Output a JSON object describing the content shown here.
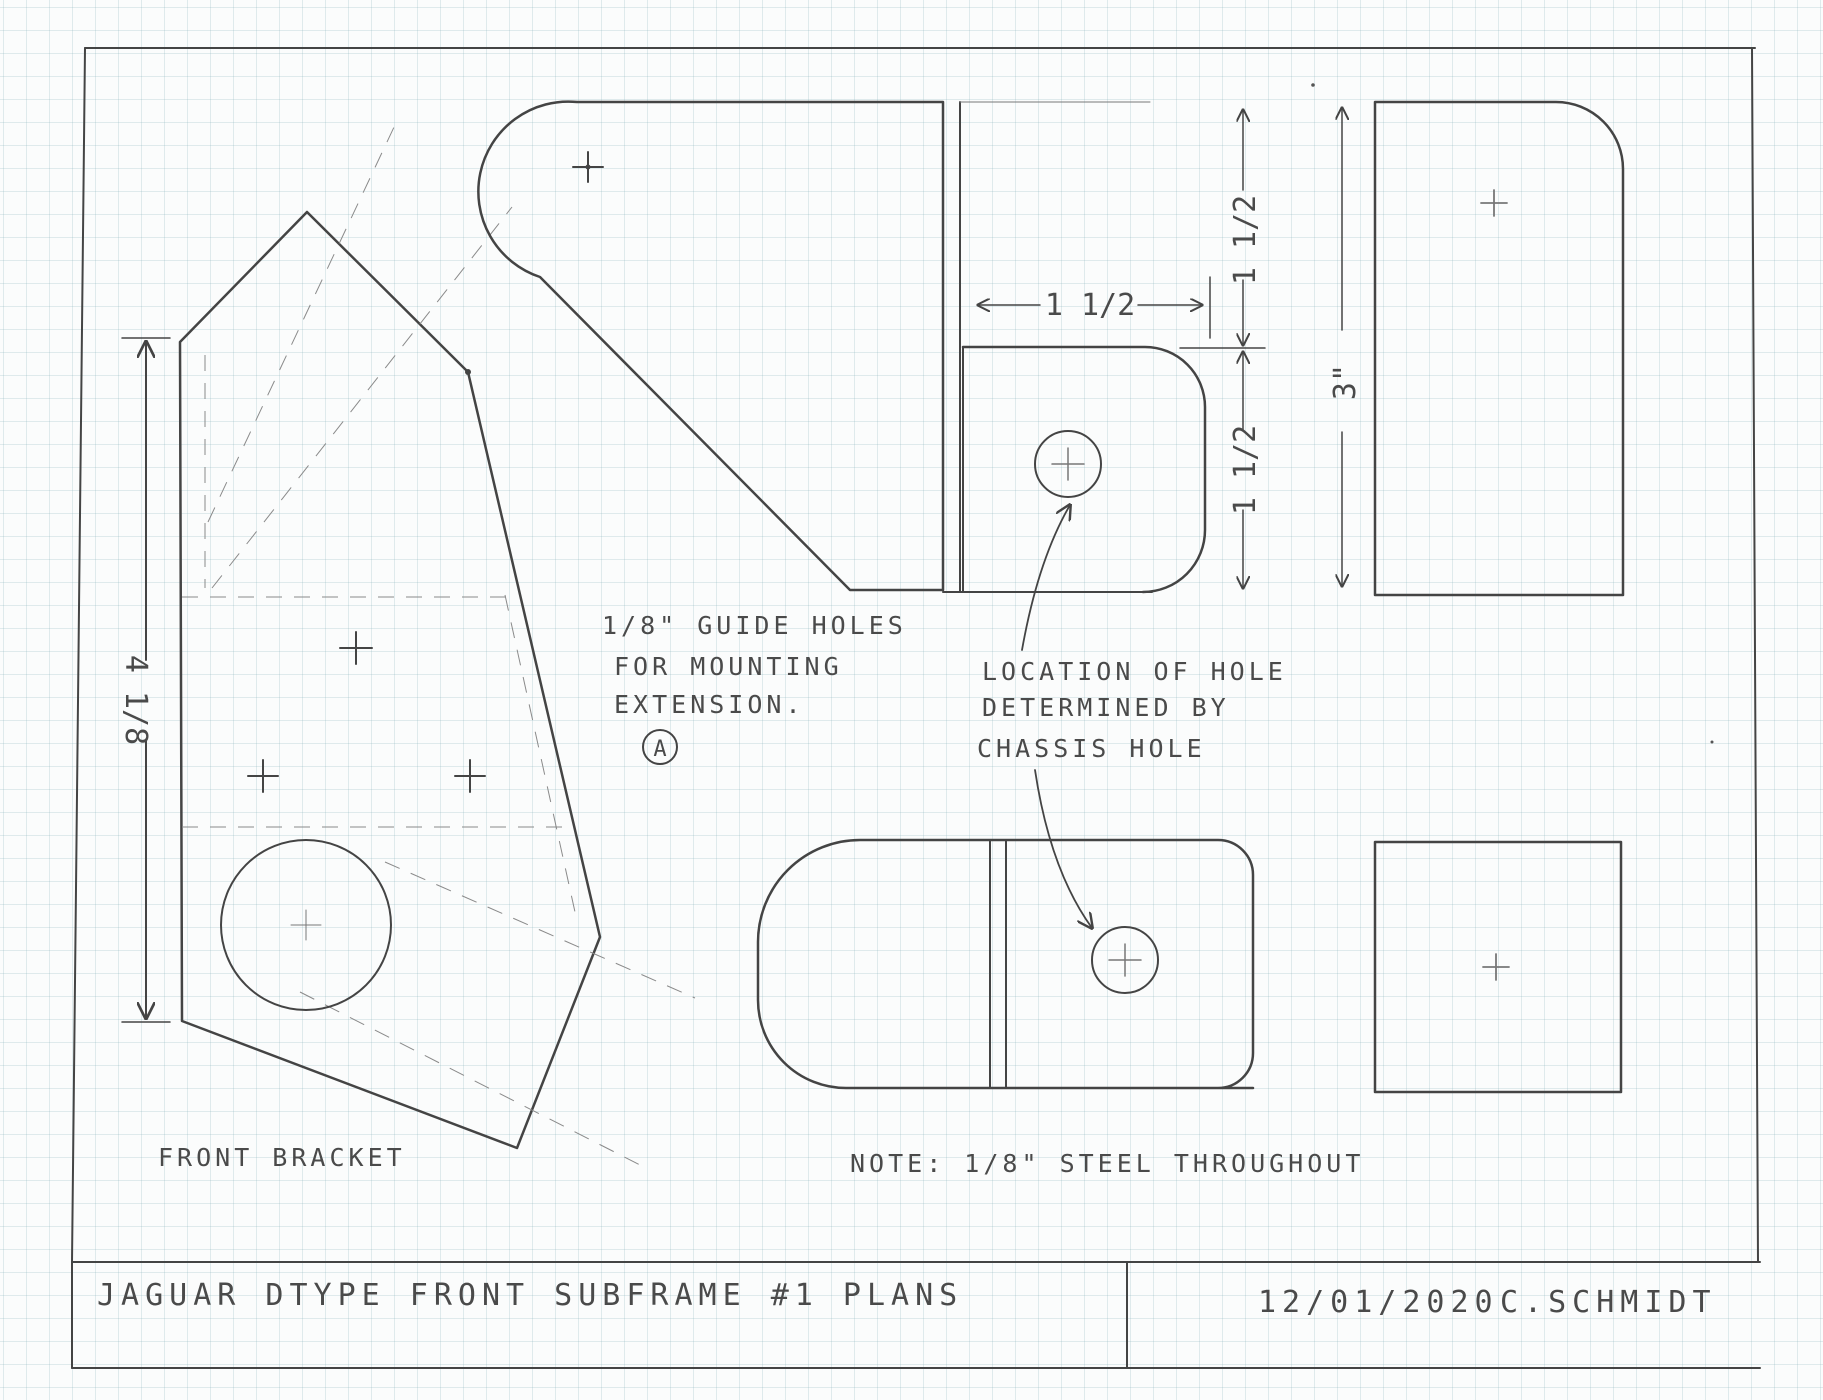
{
  "drawing": {
    "front_bracket_label": "FRONT BRACKET",
    "guide_note": [
      "1/8\" GUIDE HOLES",
      "FOR MOUNTING",
      "EXTENSION."
    ],
    "callout_letter": "A",
    "hole_note": [
      "LOCATION OF HOLE",
      "DETERMINED BY",
      "CHASSIS HOLE"
    ],
    "steel_note": "NOTE: 1/8\" STEEL THROUGHOUT",
    "dimensions": {
      "bracket_height": "4 1/8",
      "tab_width": "1 1/2",
      "upper_height": "1 1/2",
      "lower_height": "1 1/2",
      "total_height": "3\""
    }
  },
  "title_block": {
    "title": "JAGUAR DTYPE FRONT SUBFRAME #1 PLANS",
    "date": "12/01/2020",
    "author": "C.SCHMIDT"
  },
  "colors": {
    "ink": "#444444",
    "grid": "#96b9c3",
    "paper": "#fbfcfc"
  }
}
